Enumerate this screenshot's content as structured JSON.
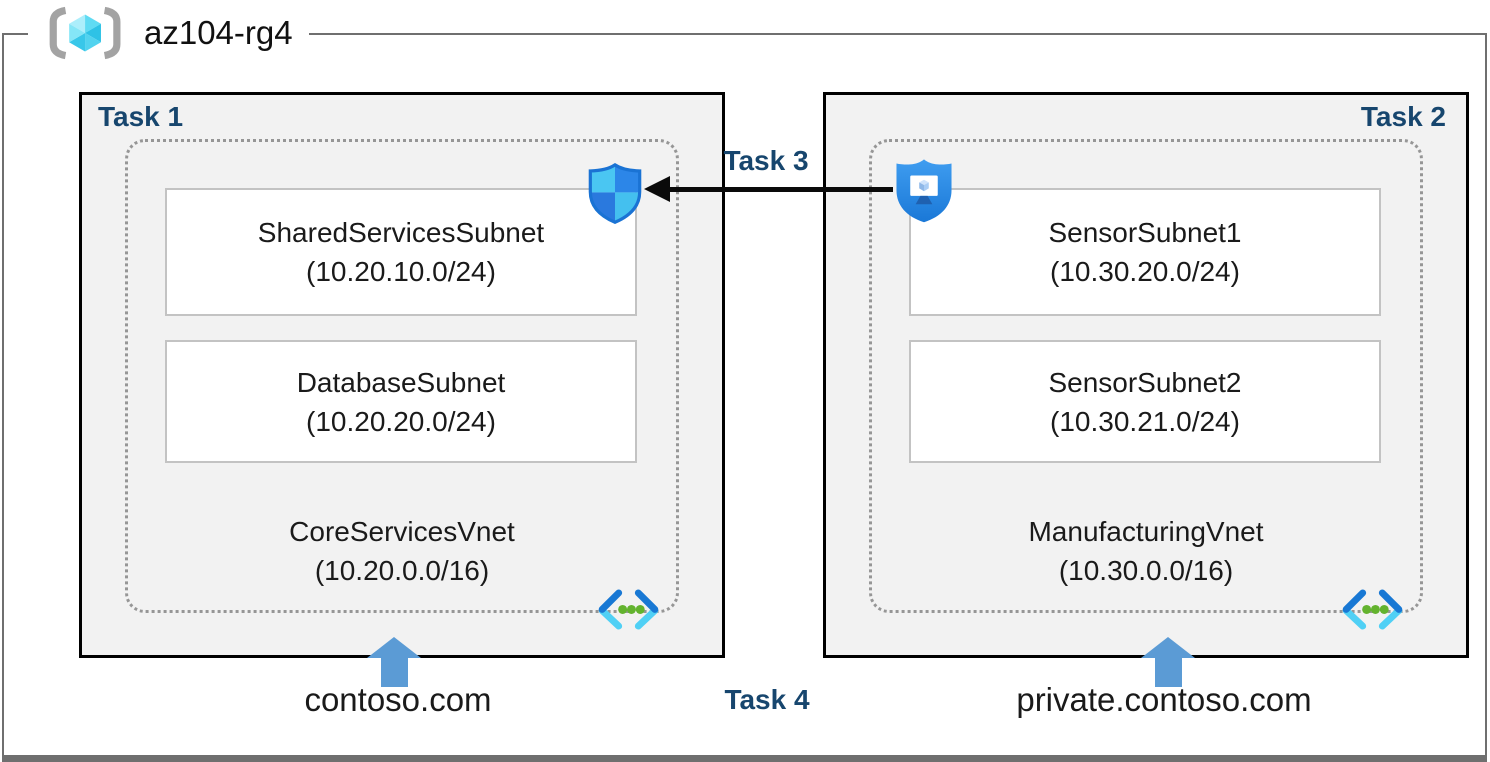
{
  "resource_group": {
    "name": "az104-rg4"
  },
  "tasks": {
    "t1": "Task 1",
    "t2": "Task 2",
    "t3": "Task 3",
    "t4": "Task 4"
  },
  "vnets": [
    {
      "name": "CoreServicesVnet",
      "cidr": "(10.20.0.0/16)",
      "domain": "contoso.com",
      "subnets": [
        {
          "name": "SharedServicesSubnet",
          "cidr": "(10.20.10.0/24)"
        },
        {
          "name": "DatabaseSubnet",
          "cidr": "(10.20.20.0/24)"
        }
      ]
    },
    {
      "name": "ManufacturingVnet",
      "cidr": "(10.30.0.0/16)",
      "domain": "private.contoso.com",
      "subnets": [
        {
          "name": "SensorSubnet1",
          "cidr": "(10.30.20.0/24)"
        },
        {
          "name": "SensorSubnet2",
          "cidr": "(10.30.21.0/24)"
        }
      ]
    }
  ],
  "icons": {
    "resource_group": "resource-group-icon",
    "defender_shield": "network-security-shield-icon",
    "bastion": "bastion-shield-icon",
    "virtual_network": "virtual-network-icon",
    "up_arrow": "up-arrow-icon",
    "peering_arrow": "left-arrow-icon"
  },
  "colors": {
    "accent_navy": "#17466e",
    "box_fill": "#f2f2f2",
    "box_border": "#000000",
    "dotted_border": "#969696",
    "subnet_border": "#c3c3c3",
    "subnet_fill": "#ffffff",
    "frame_border": "#6f6f6f",
    "arrow_blue": "#5b9bd5",
    "arrow_black": "#0a0a0a",
    "text_black": "#1a1a1a"
  }
}
